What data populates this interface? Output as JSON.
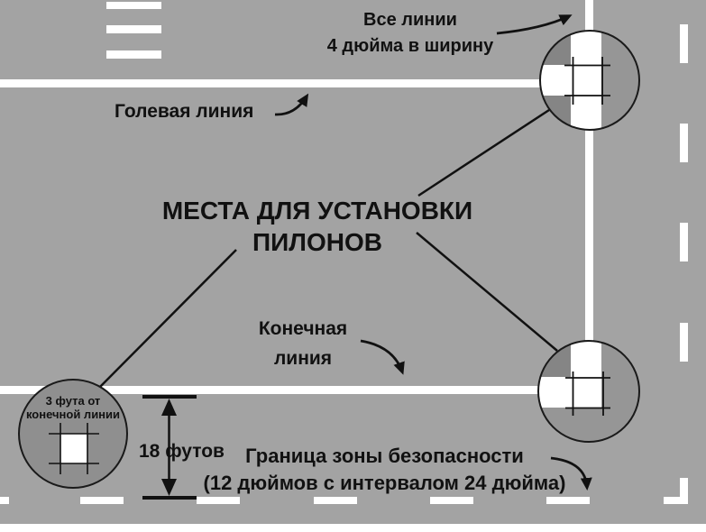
{
  "diagram": {
    "type": "field-marking-diagram",
    "title": {
      "line1": "МЕСТА ДЛЯ УСТАНОВКИ",
      "line2": "ПИЛОНОВ"
    },
    "labels": {
      "line_width_note": {
        "line1": "Все линии",
        "line2": "4 дюйма в ширину"
      },
      "goal_line": "Голевая линия",
      "end_line": {
        "line1": "Конечная",
        "line2": "линия"
      },
      "pylon_offset_note": {
        "line1": "3 фута от",
        "line2": "конечной линии"
      },
      "distance": "18 футов",
      "safety_zone": {
        "line1": "Граница зоны безопасности",
        "line2": "(12 дюймов с интервалом 24 дюйма)"
      }
    },
    "callouts": [
      {
        "name": "goal-line-sideline-junction",
        "shows": "pylon placement square at goal line / sideline T-junction"
      },
      {
        "name": "end-line-sideline-corner",
        "shows": "pylon placement square at end line / sideline corner"
      },
      {
        "name": "end-line-offset-spot",
        "shows": "pylon placement square 3 feet from end line"
      }
    ],
    "measurements": {
      "line_width": "4 дюйма",
      "pylon_offset": "3 фута",
      "endzone_depth": "18 футов",
      "safety_dash": "12 дюймов",
      "safety_gap": "24 дюйма"
    },
    "colors": {
      "turf": "#a3a3a3",
      "line_white": "#ffffff",
      "ink": "#111111",
      "magnifier_fill": "#969696",
      "magnifier_shade": "#858585",
      "callout_fill": "#8f8f8f"
    }
  }
}
